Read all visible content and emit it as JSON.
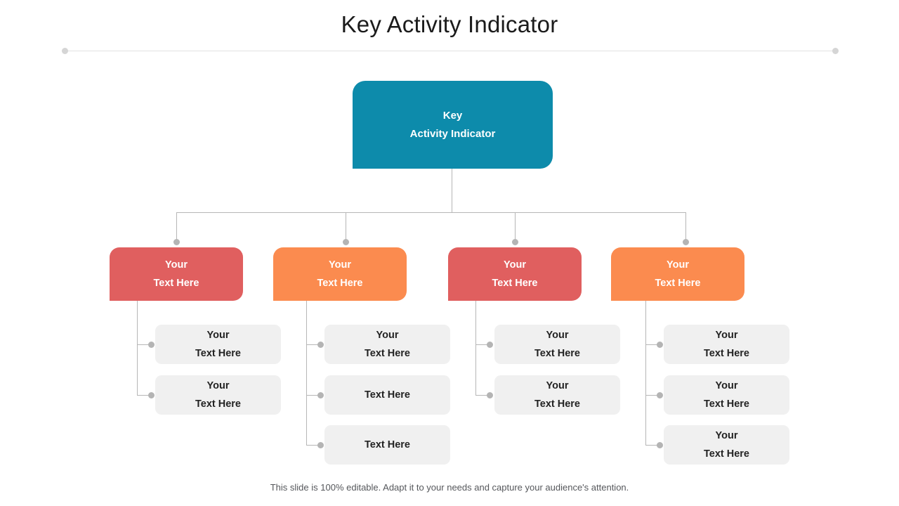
{
  "slide": {
    "title": "Key Activity Indicator",
    "footer": "This slide is 100% editable. Adapt it to your needs and capture your audience's attention."
  },
  "colors": {
    "root": "#0d8bab",
    "red": "#e05f5f",
    "orange": "#fb8b4f",
    "leaf": "#f0f0f0",
    "connector": "#b6b6b6",
    "dot": "#b4b4b4",
    "rule": "#e2e2e2",
    "title_text": "#1b1b1b",
    "footer_text": "#55575b"
  },
  "root": {
    "line1": "Key",
    "line2": "Activity Indicator"
  },
  "branches": [
    {
      "color": "#e05f5f",
      "line1": "Your",
      "line2": "Text Here",
      "children": [
        {
          "line1": "Your",
          "line2": "Text Here"
        },
        {
          "line1": "Your",
          "line2": "Text Here"
        }
      ]
    },
    {
      "color": "#fb8b4f",
      "line1": "Your",
      "line2": "Text Here",
      "children": [
        {
          "line1": "Your",
          "line2": "Text Here"
        },
        {
          "line1": "",
          "line2": "Text Here"
        },
        {
          "line1": "",
          "line2": "Text Here"
        }
      ]
    },
    {
      "color": "#e05f5f",
      "line1": "Your",
      "line2": "Text Here",
      "children": [
        {
          "line1": "Your",
          "line2": "Text Here"
        },
        {
          "line1": "Your",
          "line2": "Text Here"
        }
      ]
    },
    {
      "color": "#fb8b4f",
      "line1": "Your",
      "line2": "Text Here",
      "children": [
        {
          "line1": "Your",
          "line2": "Text Here"
        },
        {
          "line1": "Your",
          "line2": "Text Here"
        },
        {
          "line1": "Your",
          "line2": "Text Here"
        }
      ]
    }
  ]
}
